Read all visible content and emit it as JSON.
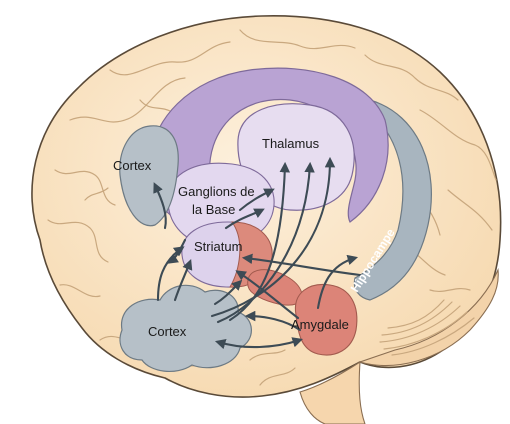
{
  "labels": {
    "cortex_top": "Cortex",
    "ganglions_line1": "Ganglions de",
    "ganglions_line2": "la Base",
    "thalamus": "Thalamus",
    "striatum": "Striatum",
    "hippocampe": "Hippocampe",
    "amygdale": "Amygdale",
    "cortex_bottom": "Cortex"
  },
  "colors": {
    "brain_fill": "#fbe6c6",
    "brain_outline": "#5a4a38",
    "basal_ganglia": "#b9a3d3",
    "thalamus": "#e7ddf0",
    "striatum": "#ddd2ec",
    "striatum_red": "#dc8a7c",
    "amygdala": "#dc8478",
    "hippocampus": "#a8b5bf",
    "cortex_region": "#b6c0c8",
    "arrows": "#3d4b55"
  }
}
